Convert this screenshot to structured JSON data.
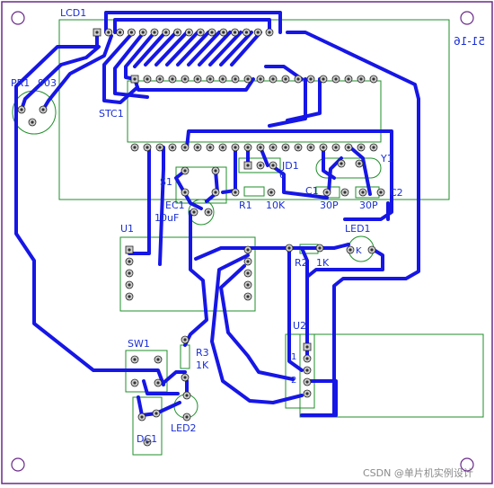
{
  "board": {
    "title_mirrored": "51-16",
    "watermark": "CSDN @单片机实例设计",
    "colors": {
      "trace": "#1616e6",
      "silk": "#1f8f2a",
      "outline": "#6a2a8a",
      "text": "#1a2fd6"
    }
  },
  "labels": {
    "lcd1": "LCD1",
    "pr1": "PR1",
    "pr1_extra": "903",
    "stc1": "STC1",
    "jd1": "JD1",
    "jd1_num": "6",
    "y1": "Y1",
    "s1": "S1",
    "ec1": "EC1",
    "ec1_val": "10uF",
    "r1": "R1",
    "r1_val": "10K",
    "c1": "C1",
    "c1_val": "30P",
    "c2": "C2",
    "c2_val": "30P",
    "led1": "LED1",
    "led1_k": "K",
    "u1": "U1",
    "r2": "R2",
    "r2_val": "1K",
    "u2": "U2",
    "u2_pin1": "1",
    "u2_pin2": "2",
    "sw1": "SW1",
    "r3": "R3",
    "r3_val": "1K",
    "led2": "LED2",
    "dc1": "DC1"
  }
}
